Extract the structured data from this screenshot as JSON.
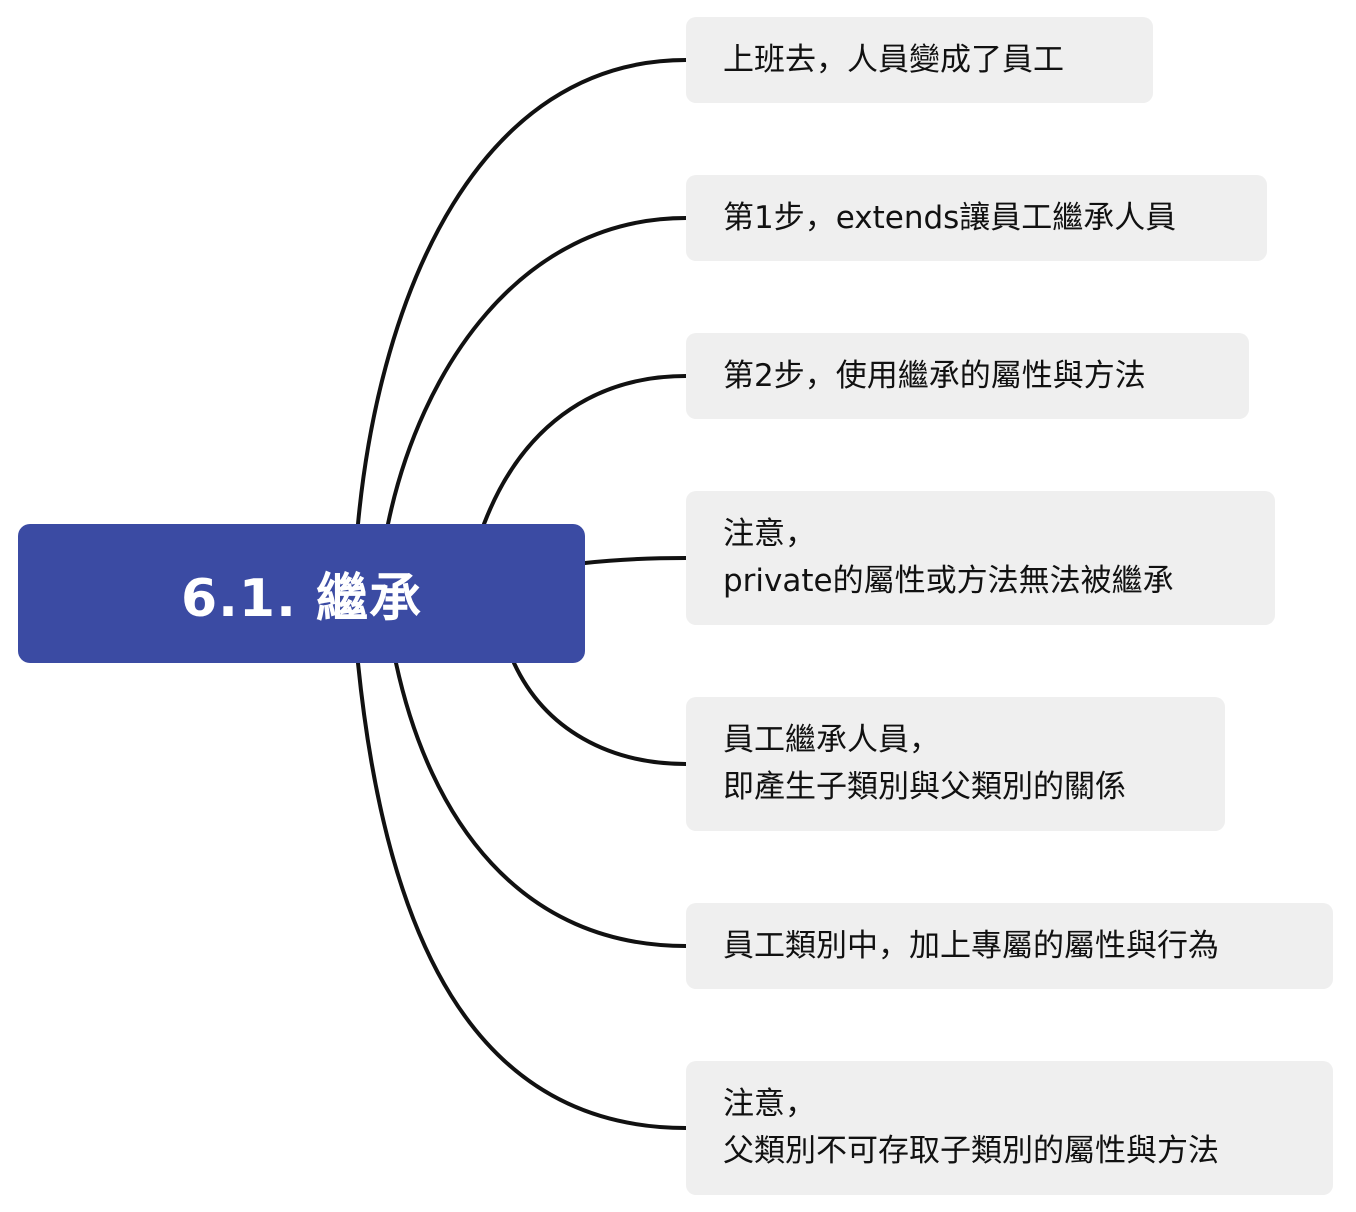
{
  "root": {
    "label": "6.1. 繼承",
    "color": "#3b4ba3"
  },
  "branches": [
    {
      "lines": [
        "上班去，人員變成了員工"
      ]
    },
    {
      "lines": [
        "第1步，extends讓員工繼承人員"
      ]
    },
    {
      "lines": [
        "第2步，使用繼承的屬性與方法"
      ]
    },
    {
      "lines": [
        "注意，",
        "private的屬性或方法無法被繼承"
      ]
    },
    {
      "lines": [
        "員工繼承人員，",
        "即產生子類別與父類別的關係"
      ]
    },
    {
      "lines": [
        "員工類別中，加上專屬的屬性與行為"
      ]
    },
    {
      "lines": [
        "注意，",
        "父類別不可存取子類別的屬性與方法"
      ]
    }
  ],
  "colors": {
    "node_background": "#efefef",
    "connector": "#111111",
    "text": "#111111"
  }
}
